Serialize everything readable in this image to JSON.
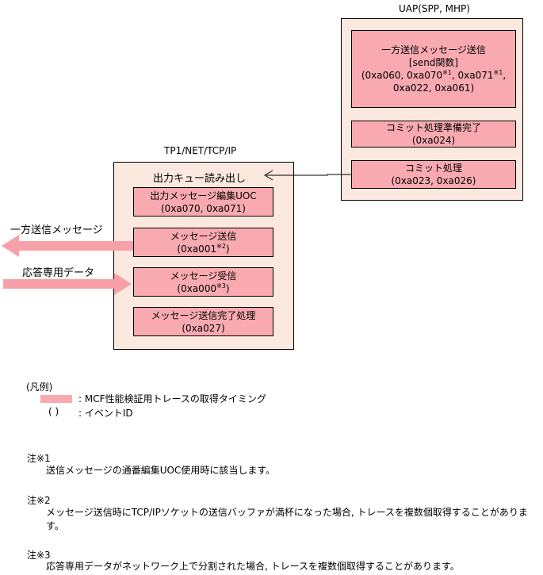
{
  "uap": {
    "title": "UAP(SPP, MHP)",
    "boxes": [
      {
        "lines": [
          "一方送信メッセージ送信",
          "[send関数]"
        ],
        "line3_pre": "(0xa060, 0xa070",
        "fn1": "※1",
        "line3_mid": ", 0xa071",
        "fn2": "※1",
        "line3_post": ",",
        "line4": "0xa022, 0xa061)"
      },
      {
        "lines": [
          "コミット処理準備完了",
          "(0xa024)"
        ]
      },
      {
        "lines": [
          "コミット処理",
          "(0xa023, 0xa026)"
        ]
      }
    ]
  },
  "tp1": {
    "title": "TP1/NET/TCP/IP",
    "header": "出力キュー読み出し",
    "boxes": [
      {
        "line1": "出力メッセージ編集UOC",
        "line2": "(0xa070, 0xa071)"
      },
      {
        "line1": "メッセージ送信",
        "line2_pre": "(0xa001",
        "fn": "※2",
        "line2_post": ")"
      },
      {
        "line1": "メッセージ受信",
        "line2_pre": "(0xa000",
        "fn": "※3",
        "line2_post": ")"
      },
      {
        "line1": "メッセージ送信完了処理",
        "line2": "(0xa027)"
      }
    ]
  },
  "arrows": {
    "outgoing_label": "一方送信メッセージ",
    "incoming_label": "応答専用データ"
  },
  "legend": {
    "title": "(凡例)",
    "swatch_text": ": MCF性能検証用トレースの取得タイミング",
    "paren_symbol": "(  )",
    "paren_text": ": イベントID"
  },
  "notes": [
    {
      "head": "注※1",
      "body": "送信メッセージの通番編集UOC使用時に該当します。"
    },
    {
      "head": "注※2",
      "body": "メッセージ送信時にTCP/IPソケットの送信バッファが満杯になった場合, トレースを複数個取得することがあります。"
    },
    {
      "head": "注※3",
      "body": "応答専用データがネットワーク上で分割された場合, トレースを複数個取得することがあります。"
    }
  ],
  "colors": {
    "panel": "#fbe9e0",
    "box": "#f8aab0",
    "arrow": "#f7a0a8"
  }
}
